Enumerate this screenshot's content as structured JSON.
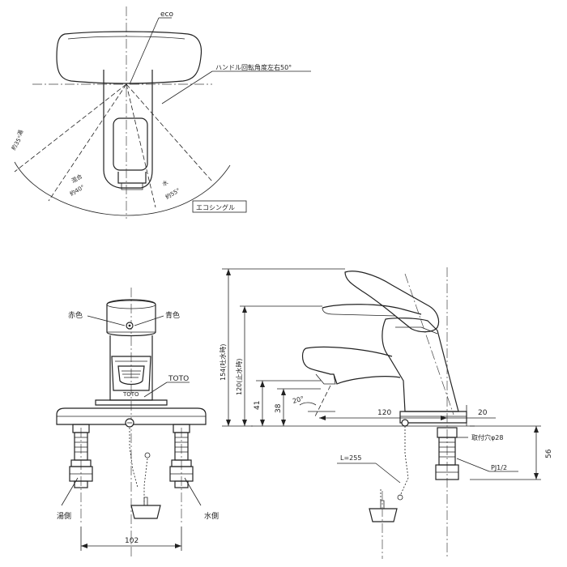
{
  "top_view": {
    "eco_label": "eco",
    "handle_rotation_label": "ハンドル回転角度左右50°",
    "hot_label": "湯",
    "hot_angle": "約35°",
    "mix_label": "混合",
    "mix_angle": "約40°",
    "cold_label": "水",
    "cold_angle": "約55°",
    "model_box_label": "エコシングル"
  },
  "front_view": {
    "red_label": "赤色",
    "blue_label": "青色",
    "brand_label": "TOTO",
    "hot_side_label": "湯側",
    "cold_side_label": "水側",
    "pitch_dim": "102"
  },
  "side_view": {
    "dim_154": "154(吐水時)",
    "dim_120h": "120(止水時)",
    "dim_41": "41",
    "dim_38": "38",
    "angle_20": "20°",
    "dim_120": "120",
    "dim_20": "20",
    "hole_label": "取付穴φ28",
    "thread_label": "PJ1/2",
    "dim_56": "56",
    "chain_label": "L=255"
  }
}
